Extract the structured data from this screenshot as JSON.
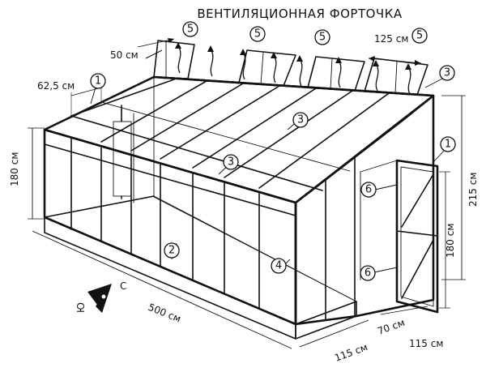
{
  "title": "ВЕНТИЛЯЦИОННАЯ ФОРТОЧКА",
  "dimensions": {
    "vent_depth": "50 см",
    "roof_panel": "62,5 см",
    "vent_width": "125 см",
    "wall_height": "180 см",
    "total_height": "215 см",
    "door_height": "180 см",
    "length": "500 см",
    "width_front": "115 см",
    "door_width": "70 см",
    "width_side": "115 см"
  },
  "callouts": {
    "c1": "1",
    "c2": "2",
    "c3": "3",
    "c4": "4",
    "c5": "5",
    "c6": "6"
  },
  "compass": {
    "north": "С",
    "south": "Ю"
  }
}
